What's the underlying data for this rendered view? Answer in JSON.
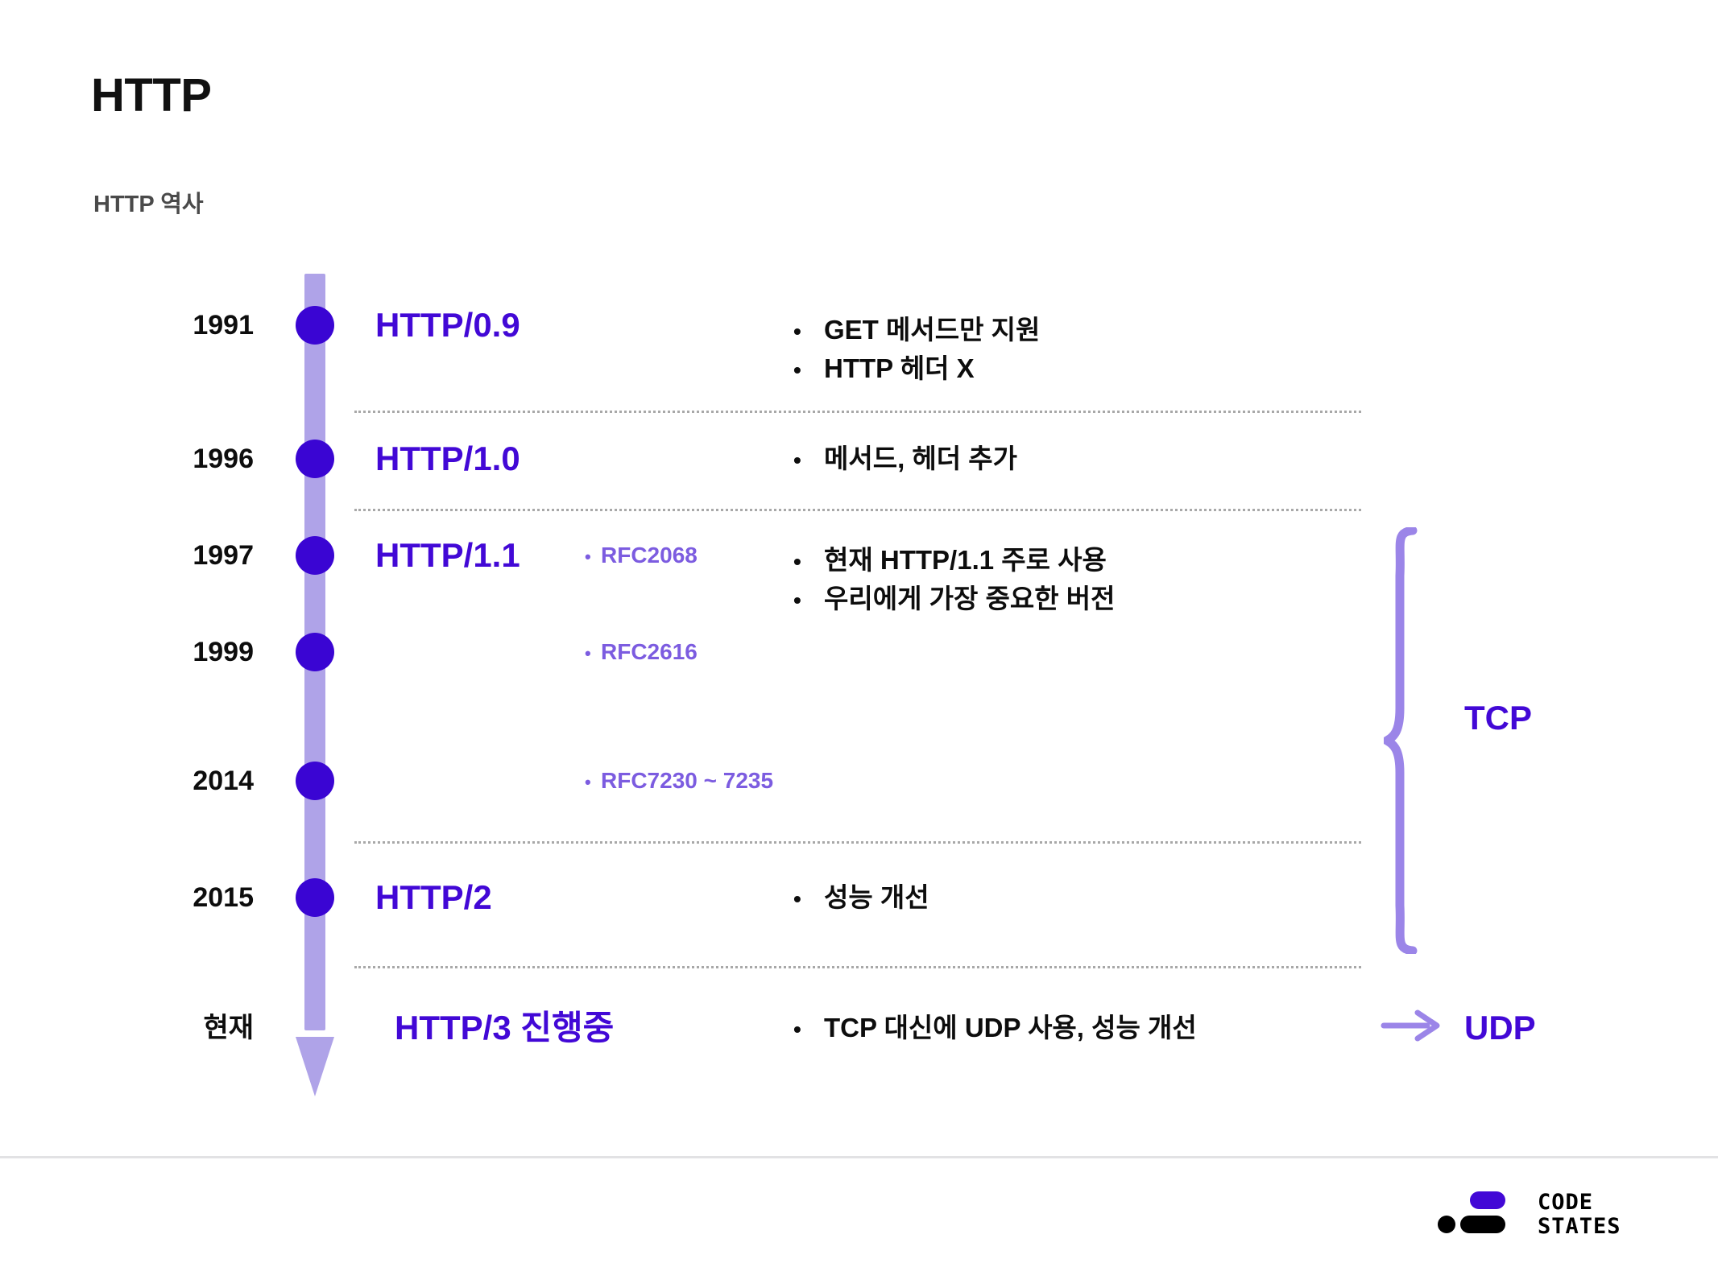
{
  "header": {
    "title": "HTTP",
    "subtitle": "HTTP 역사"
  },
  "timeline": {
    "rows": [
      {
        "year": "1991",
        "version": "HTTP/0.9",
        "rfc": "",
        "bullets": [
          "GET 메서드만 지원",
          "HTTP 헤더 X"
        ]
      },
      {
        "year": "1996",
        "version": "HTTP/1.0",
        "rfc": "",
        "bullets": [
          "메서드, 헤더 추가"
        ]
      },
      {
        "year": "1997",
        "version": "HTTP/1.1",
        "rfc": "RFC2068",
        "bullets": [
          "현재 HTTP/1.1 주로 사용",
          "우리에게 가장 중요한 버전"
        ]
      },
      {
        "year": "1999",
        "version": "",
        "rfc": "RFC2616",
        "bullets": []
      },
      {
        "year": "2014",
        "version": "",
        "rfc": "RFC7230 ~ 7235",
        "bullets": []
      },
      {
        "year": "2015",
        "version": "HTTP/2",
        "rfc": "",
        "bullets": [
          "성능 개선"
        ]
      },
      {
        "year": "현재",
        "version": "HTTP/3 진행중",
        "rfc": "",
        "bullets": [
          "TCP 대신에 UDP 사용, 성능 개선"
        ]
      }
    ],
    "bullet_glyph": "•",
    "rfc_glyph": "•"
  },
  "annotations": {
    "tcp_label": "TCP",
    "udp_label": "UDP"
  },
  "footer": {
    "brand_line1": "CODE",
    "brand_line2": "STATES"
  },
  "colors": {
    "accent_purple": "#4208d6",
    "dot_purple": "#3a05d3",
    "track_lavender": "#afa3e8",
    "rfc_purple": "#7c5ce0",
    "text_dark": "#0d0d0d",
    "subtitle_gray": "#4a4a4a",
    "separator_gray": "#a8a8a8",
    "divider_gray": "#e2e2e4"
  }
}
